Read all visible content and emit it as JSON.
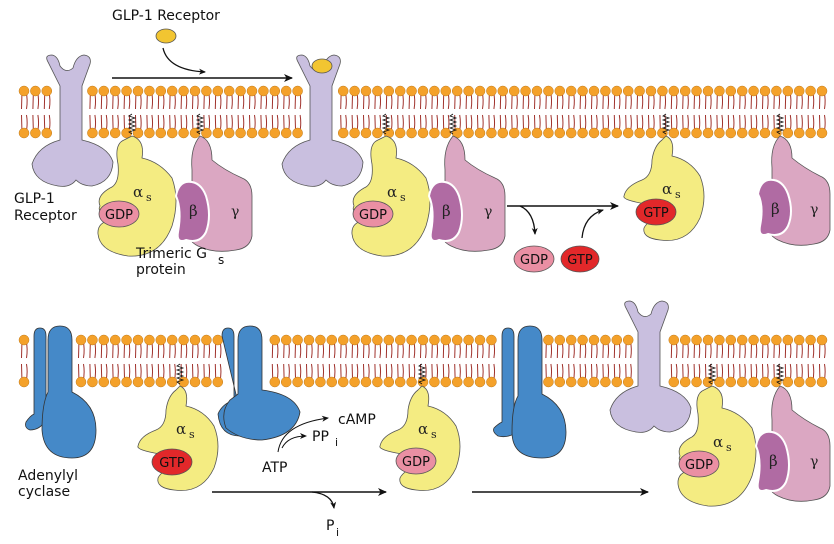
{
  "title": "GLP-1 Receptor G-protein signaling cycle",
  "labels": {
    "ligand_label": "GLP-1 Receptor",
    "receptor_label_line1": "GLP-1",
    "receptor_label_line2": "Receptor",
    "gprotein_label_line1": "Trimeric G",
    "gprotein_label_sub": "s",
    "gprotein_label_line2": "protein",
    "adenylyl_line1": "Adenylyl",
    "adenylyl_line2": "cyclase",
    "camp": "cAMP",
    "ppi": "PP",
    "ppi_sub": "i",
    "atp": "ATP",
    "pi": "P",
    "pi_sub": "i"
  },
  "subunits": {
    "alpha": "α",
    "alpha_sub": "s",
    "beta": "β",
    "gamma": "γ"
  },
  "nucleotides": {
    "gdp": "GDP",
    "gtp": "GTP"
  },
  "colors": {
    "lipid_head": "#f4a12a",
    "lipid_tail": "#a0322c",
    "receptor": "#c9bfdf",
    "ligand": "#f2c531",
    "alpha": "#f4ec82",
    "beta": "#b06ba3",
    "gamma": "#dba7c2",
    "gdp": "#ea8fa3",
    "gtp": "#e2282a",
    "adenylyl_cyclase": "#4589c8"
  }
}
